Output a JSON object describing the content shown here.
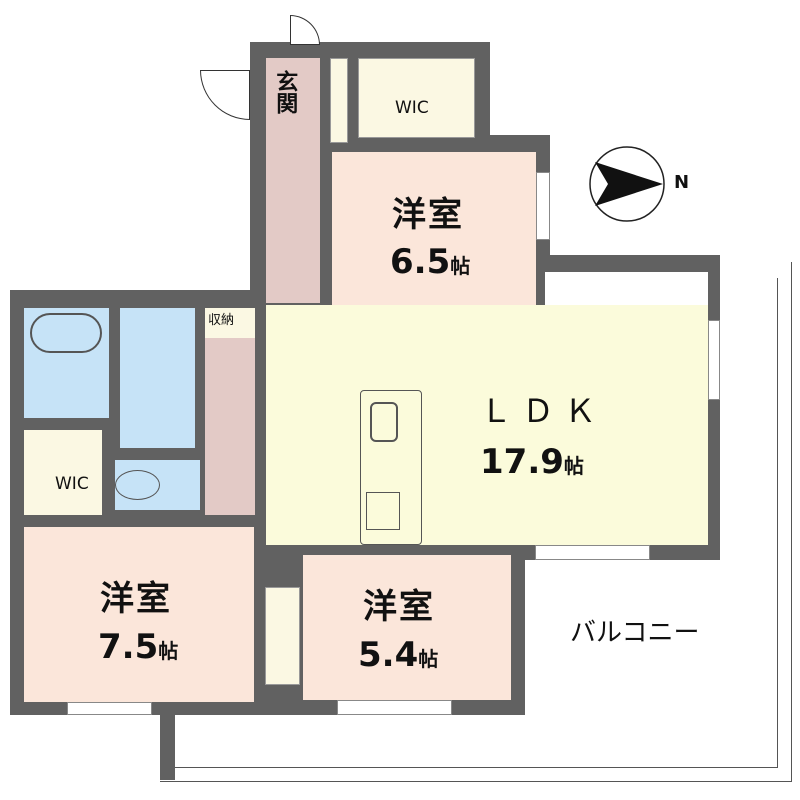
{
  "floorplan": {
    "compass": {
      "icon": "north-arrow-icon",
      "label": "N"
    },
    "unit": "帖",
    "rooms": [
      {
        "id": "entrance",
        "name": "玄関"
      },
      {
        "id": "wic_top",
        "name": "WIC"
      },
      {
        "id": "western_room_1",
        "name": "洋室",
        "size": "6.5",
        "unit": "帖"
      },
      {
        "id": "ldk",
        "name": "ＬＤＫ",
        "size": "17.9",
        "unit": "帖"
      },
      {
        "id": "storage",
        "name": "収納"
      },
      {
        "id": "wic_left",
        "name": "WIC"
      },
      {
        "id": "western_room_2",
        "name": "洋室",
        "size": "7.5",
        "unit": "帖"
      },
      {
        "id": "western_room_3",
        "name": "洋室",
        "size": "5.4",
        "unit": "帖"
      },
      {
        "id": "balcony",
        "name": "バルコニー"
      }
    ],
    "colors": {
      "wall": "#616161",
      "western_room": "#fbe6da",
      "ldk": "#fbfbdb",
      "wet_area": "#c6e3f7",
      "hallway": "#e3cac6",
      "closet": "#fbf8e3"
    }
  }
}
